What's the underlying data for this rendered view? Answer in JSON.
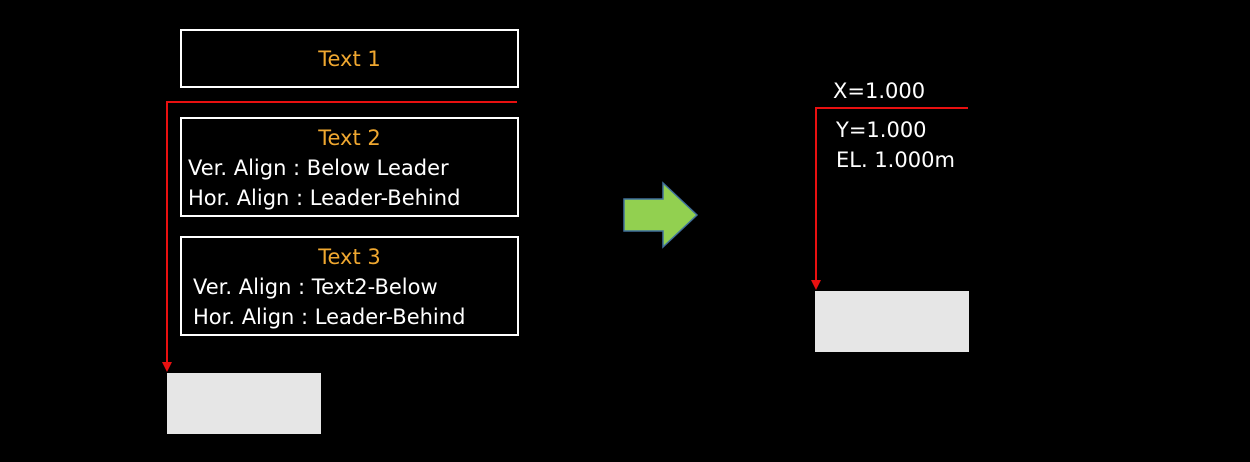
{
  "left": {
    "text1": {
      "title": "Text 1"
    },
    "text2": {
      "title": "Text 2",
      "ver_align": "Ver. Align : Below Leader",
      "hor_align": "Hor. Align : Leader-Behind"
    },
    "text3": {
      "title": "Text 3",
      "ver_align": "Ver. Align : Text2-Below",
      "hor_align": "Hor. Align : Leader-Behind"
    }
  },
  "right": {
    "x_label": "X=1.000",
    "y_label": "Y=1.000",
    "el_label": "EL. 1.000m"
  },
  "colors": {
    "background": "#000000",
    "title_text": "#f0a830",
    "leader": "#e81010",
    "target_box": "#e6e6e6",
    "arrow_fill": "#92d050",
    "arrow_stroke": "#41719c"
  },
  "icons": {
    "arrow": "right-arrow-icon"
  }
}
